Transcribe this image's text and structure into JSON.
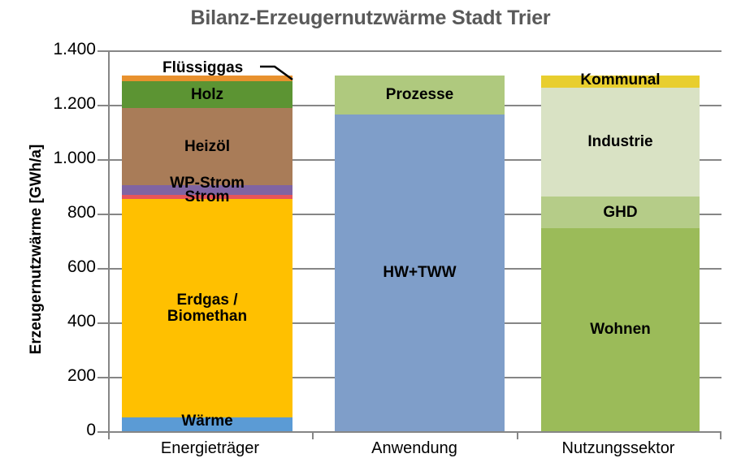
{
  "chart_data": {
    "type": "bar",
    "subtype": "stacked",
    "title": "Bilanz-Erzeugernutzwärme Stadt Trier",
    "xlabel": "",
    "ylabel": "Erzeugernutzwärme [GWh/a]",
    "ylim": [
      0,
      1400
    ],
    "ytick_labels": [
      "1.400",
      "1.200",
      "1.000",
      "800",
      "600",
      "400",
      "200",
      "0"
    ],
    "ytick_values": [
      1400,
      1200,
      1000,
      800,
      600,
      400,
      200,
      0
    ],
    "grid": true,
    "legend": "none (direct data labels on segments)",
    "categories": [
      "Energieträger",
      "Anwendung",
      "Nutzungssektor"
    ],
    "columns": [
      {
        "category": "Energieträger",
        "total": 1308,
        "segments": [
          {
            "name": "Wärme",
            "value": 51,
            "color": "#5B9BD5",
            "label_shown": true
          },
          {
            "name": "Erdgas / Biomethan",
            "value": 803,
            "color": "#FFC000",
            "label_shown": true
          },
          {
            "name": "Strom",
            "value": 15,
            "color": "#E8555A",
            "label_shown": true
          },
          {
            "name": "WP-Strom",
            "value": 36,
            "color": "#8064A2",
            "label_shown": true
          },
          {
            "name": "Heizöl",
            "value": 284,
            "color": "#A97C58",
            "label_shown": true
          },
          {
            "name": "Holz",
            "value": 98,
            "color": "#5C9433",
            "label_shown": true
          },
          {
            "name": "Flüssiggas",
            "value": 21,
            "color": "#E8912E",
            "label_shown": true
          }
        ]
      },
      {
        "category": "Anwendung",
        "total": 1307,
        "segments": [
          {
            "name": "HW+TWW",
            "value": 1164,
            "color": "#7F9EC9",
            "label_shown": true
          },
          {
            "name": "Prozesse",
            "value": 143,
            "color": "#AFC97E",
            "label_shown": true
          }
        ]
      },
      {
        "category": "Nutzungssektor",
        "total": 1307,
        "segments": [
          {
            "name": "Wohnen",
            "value": 746,
            "color": "#9BBB59",
            "label_shown": true
          },
          {
            "name": "GHD",
            "value": 116,
            "color": "#B5CC88",
            "label_shown": true
          },
          {
            "name": "Industrie",
            "value": 400,
            "color": "#D9E2C4",
            "label_shown": true
          },
          {
            "name": "Kommunal",
            "value": 45,
            "color": "#E8CE2E",
            "label_shown": true
          }
        ]
      }
    ]
  },
  "title": "Bilanz-Erzeugernutzwärme Stadt Trier",
  "axis": {
    "y_title": "Erzeugernutzwärme [GWh/a]",
    "y_ticks": [
      "1.400",
      "1.200",
      "1.000",
      "800",
      "600",
      "400",
      "200",
      "0"
    ],
    "x_categories": [
      "Energieträger",
      "Anwendung",
      "Nutzungssektor"
    ]
  },
  "labels": {
    "fluessiggas": "Flüssiggas",
    "holz": "Holz",
    "heizoel": "Heizöl",
    "wp_strom": "WP-Strom",
    "strom": "Strom",
    "erdgas_line1": "Erdgas /",
    "erdgas_line2": "Biomethan",
    "waerme": "Wärme",
    "prozesse": "Prozesse",
    "hw_tww": "HW+TWW",
    "kommunal": "Kommunal",
    "industrie": "Industrie",
    "ghd": "GHD",
    "wohnen": "Wohnen"
  },
  "colors": {
    "title": "#595959",
    "grid": "#868686",
    "waerme": "#5B9BD5",
    "erdgas": "#FFC000",
    "strom": "#E8555A",
    "wp_strom": "#8064A2",
    "heizoel": "#A97C58",
    "holz": "#5C9433",
    "fluessiggas": "#E8912E",
    "hw_tww": "#7F9EC9",
    "prozesse": "#AFC97E",
    "wohnen": "#9BBB59",
    "ghd": "#B5CC88",
    "industrie": "#D9E2C4",
    "kommunal": "#E8CE2E"
  }
}
